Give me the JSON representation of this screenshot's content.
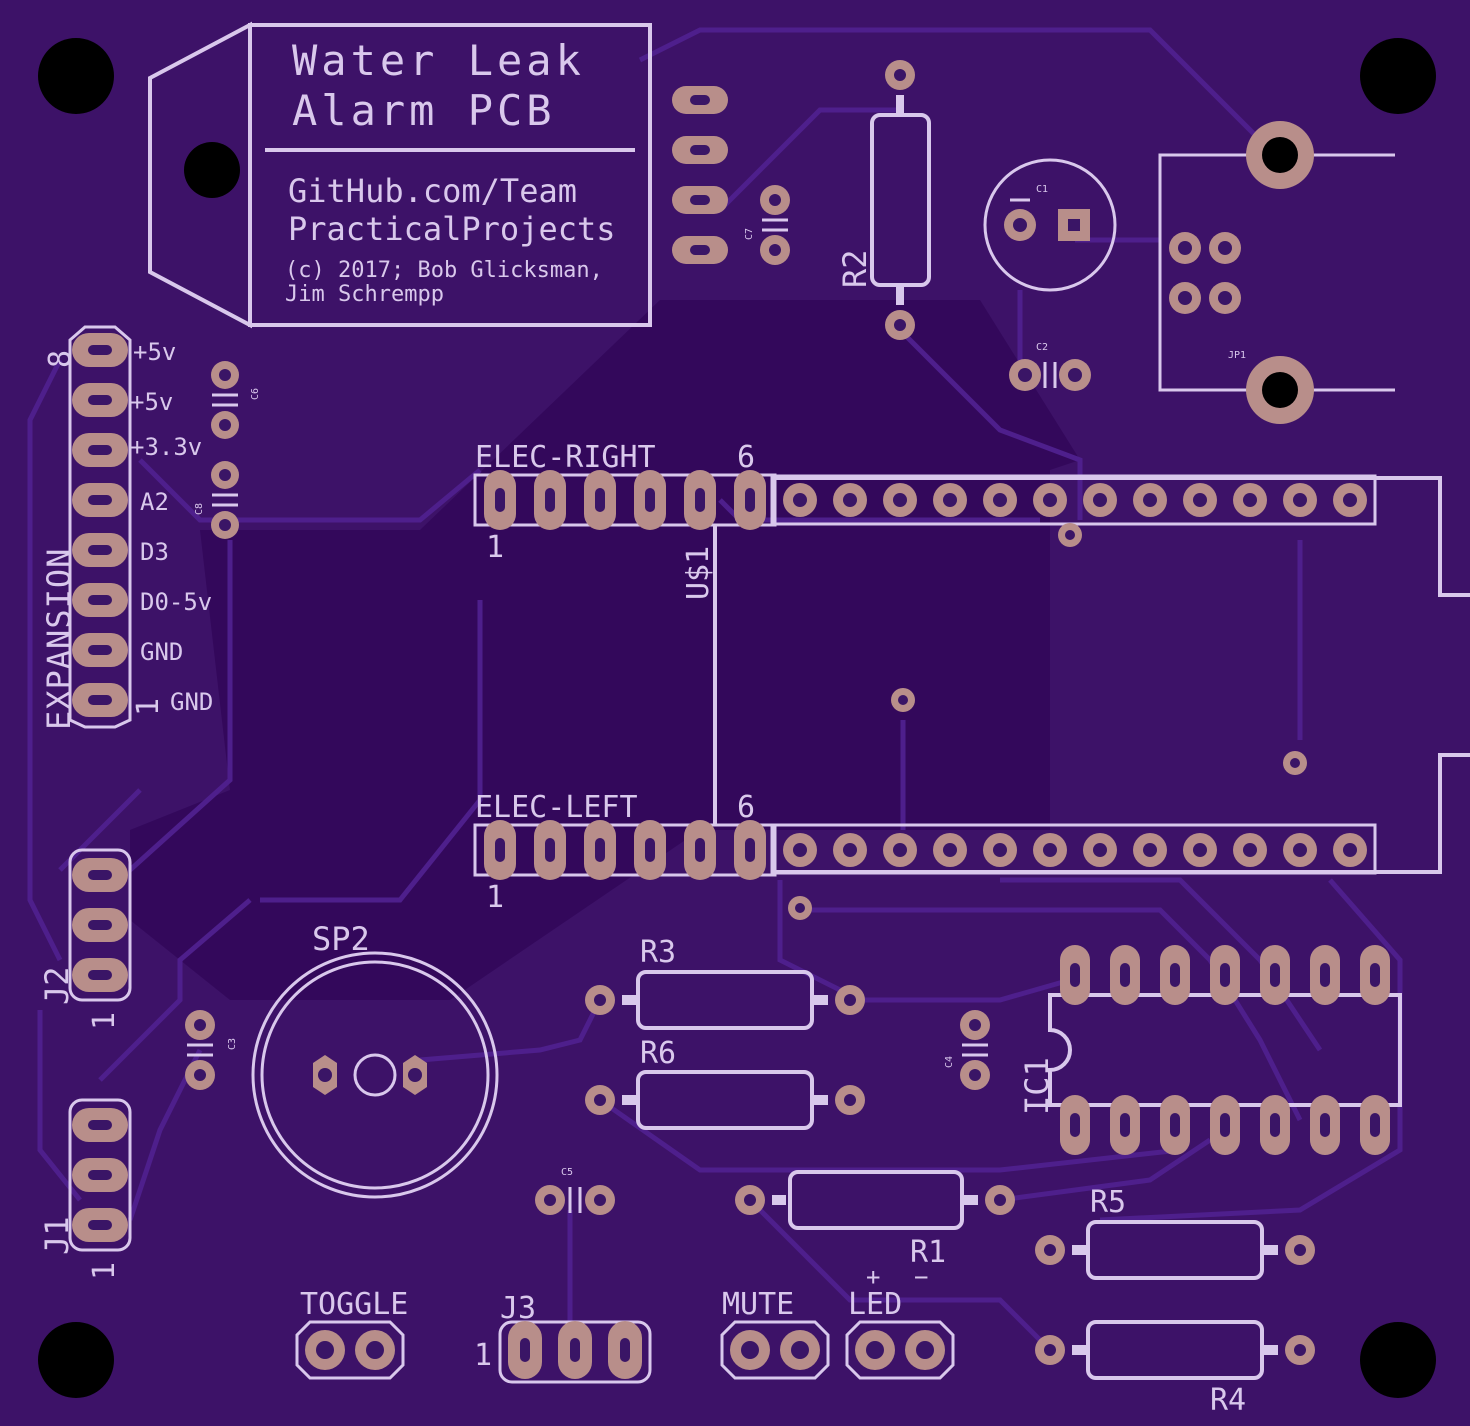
{
  "board": {
    "title_line1": "Water Leak",
    "title_line2": "Alarm PCB",
    "url_line1": "GitHub.com/Team",
    "url_line2": "PracticalProjects",
    "credit_line1": "(c) 2017; Bob Glicksman,",
    "credit_line2": "Jim Schrempp"
  },
  "colors": {
    "board": "#3d1268",
    "copper_fill": "#32085a",
    "silkscreen": "#d9c8ec",
    "pad": "#b88e8a",
    "mount_hole": "#000000"
  },
  "expansion": {
    "label": "EXPANSION",
    "pin_high": "8",
    "pin_low": "1",
    "pins": [
      "+5v",
      "+5v",
      "+3.3v",
      "A2",
      "D3",
      "D0-5v",
      "GND",
      "GND"
    ]
  },
  "headers": {
    "elec_right": {
      "label": "ELEC-RIGHT",
      "first": "1",
      "last": "6"
    },
    "elec_left": {
      "label": "ELEC-LEFT",
      "first": "1",
      "last": "6"
    },
    "module": "U$1"
  },
  "components": {
    "r2": "R2",
    "r3": "R3",
    "r6": "R6",
    "r1": "R1",
    "r5": "R5",
    "r4": "R4",
    "c1": "C1",
    "c2": "C2",
    "c3": "C3",
    "c4": "C4",
    "c5": "C5",
    "c6": "C6",
    "c7": "C7",
    "c8": "C8",
    "jp1": "JP1",
    "ic1": "IC1",
    "sp2": "SP2",
    "j1": "J1",
    "j2": "J2",
    "j3": "J3",
    "j1_pin": "1",
    "j2_pin": "1",
    "j3_pin": "1",
    "toggle": "TOGGLE",
    "mute": "MUTE",
    "led": "LED",
    "led_plus": "+",
    "led_minus": "−"
  }
}
